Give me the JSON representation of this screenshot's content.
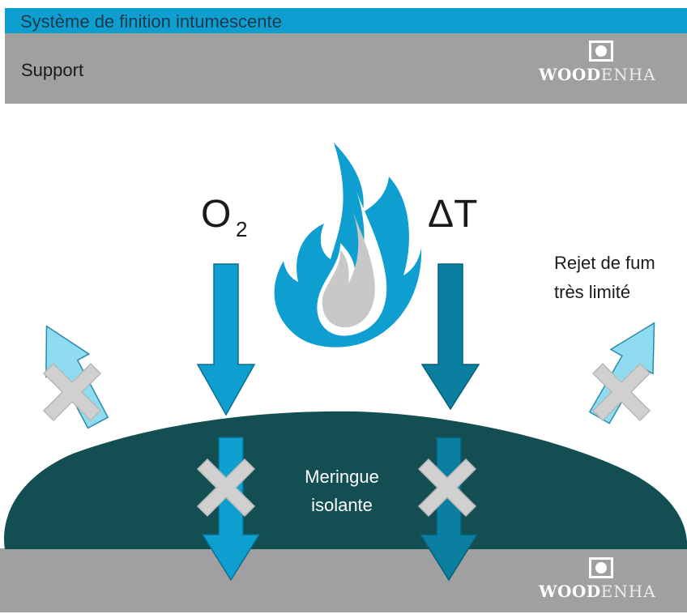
{
  "header": {
    "title": "Système de finition intumescente",
    "support_label": "Support"
  },
  "logo": {
    "wordmark_bold": "WOOD",
    "wordmark_light": "ENHA"
  },
  "diagram": {
    "oxygen_label": "O",
    "oxygen_subscript": "2",
    "heat_label": "ΔT",
    "smoke_label_line1": "Rejet de fum",
    "smoke_label_line2": "très limité",
    "char_label_line1": "Meringue",
    "char_label_line2": "isolante",
    "icons": [
      "flame-icon",
      "oxygen-arrow-icon",
      "heat-arrow-icon",
      "blocked-cross-icon",
      "smoke-arrow-icon"
    ]
  },
  "colors": {
    "title_bar": "#0e9fd0",
    "support_gray": "#a0a0a0",
    "char_layer": "#134f52",
    "oxygen_arrow": "#0e9fd0",
    "heat_arrow": "#0a7fa0",
    "smoke_arrow": "#8fdcf0",
    "cross": "#d0d0d0"
  }
}
